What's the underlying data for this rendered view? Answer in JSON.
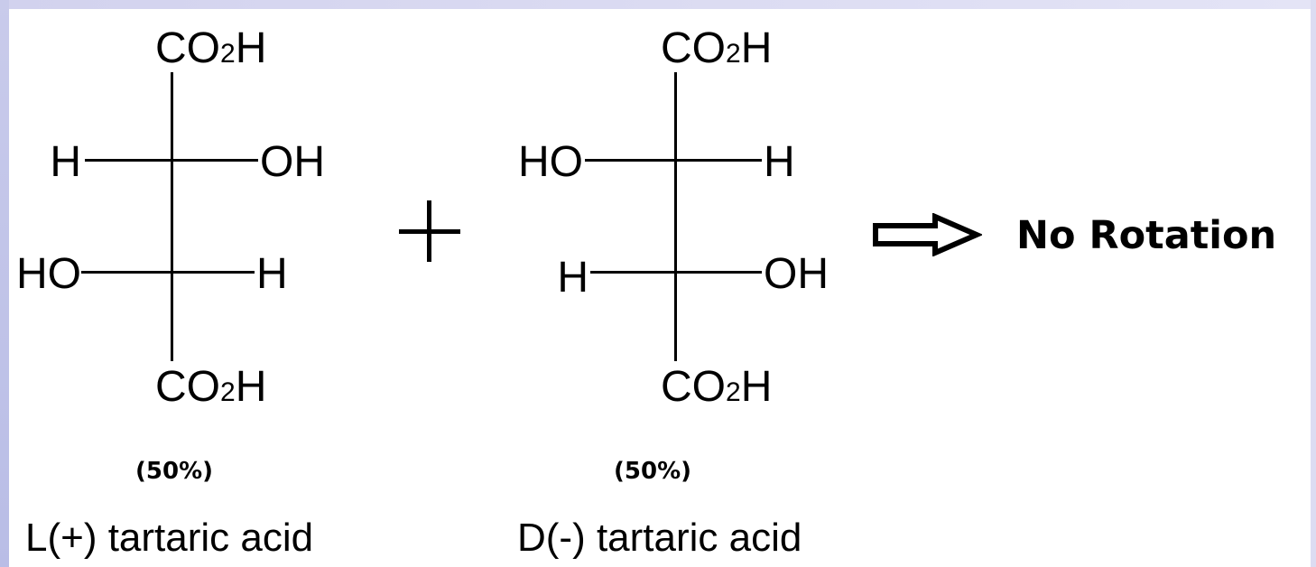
{
  "reaction": {
    "left": {
      "top_group": {
        "main": "CO",
        "sub": "2",
        "tail": "H"
      },
      "row1": {
        "left": "H",
        "right": "OH"
      },
      "row2": {
        "left": "HO",
        "right": "H"
      },
      "bottom_group": {
        "main": "CO",
        "sub": "2",
        "tail": "H"
      },
      "percent": "(50%)",
      "name": "L(+) tartaric acid"
    },
    "operator": "+",
    "right": {
      "top_group": {
        "main": "CO",
        "sub": "2",
        "tail": "H"
      },
      "row1": {
        "left": "HO",
        "right": "H"
      },
      "row2": {
        "left": "H",
        "right": "OH"
      },
      "bottom_group": {
        "main": "CO",
        "sub": "2",
        "tail": "H"
      },
      "percent": "(50%)",
      "name": "D(-) tartaric acid"
    },
    "arrow_icon": "hollow-right-arrow-icon",
    "result": "No Rotation"
  }
}
